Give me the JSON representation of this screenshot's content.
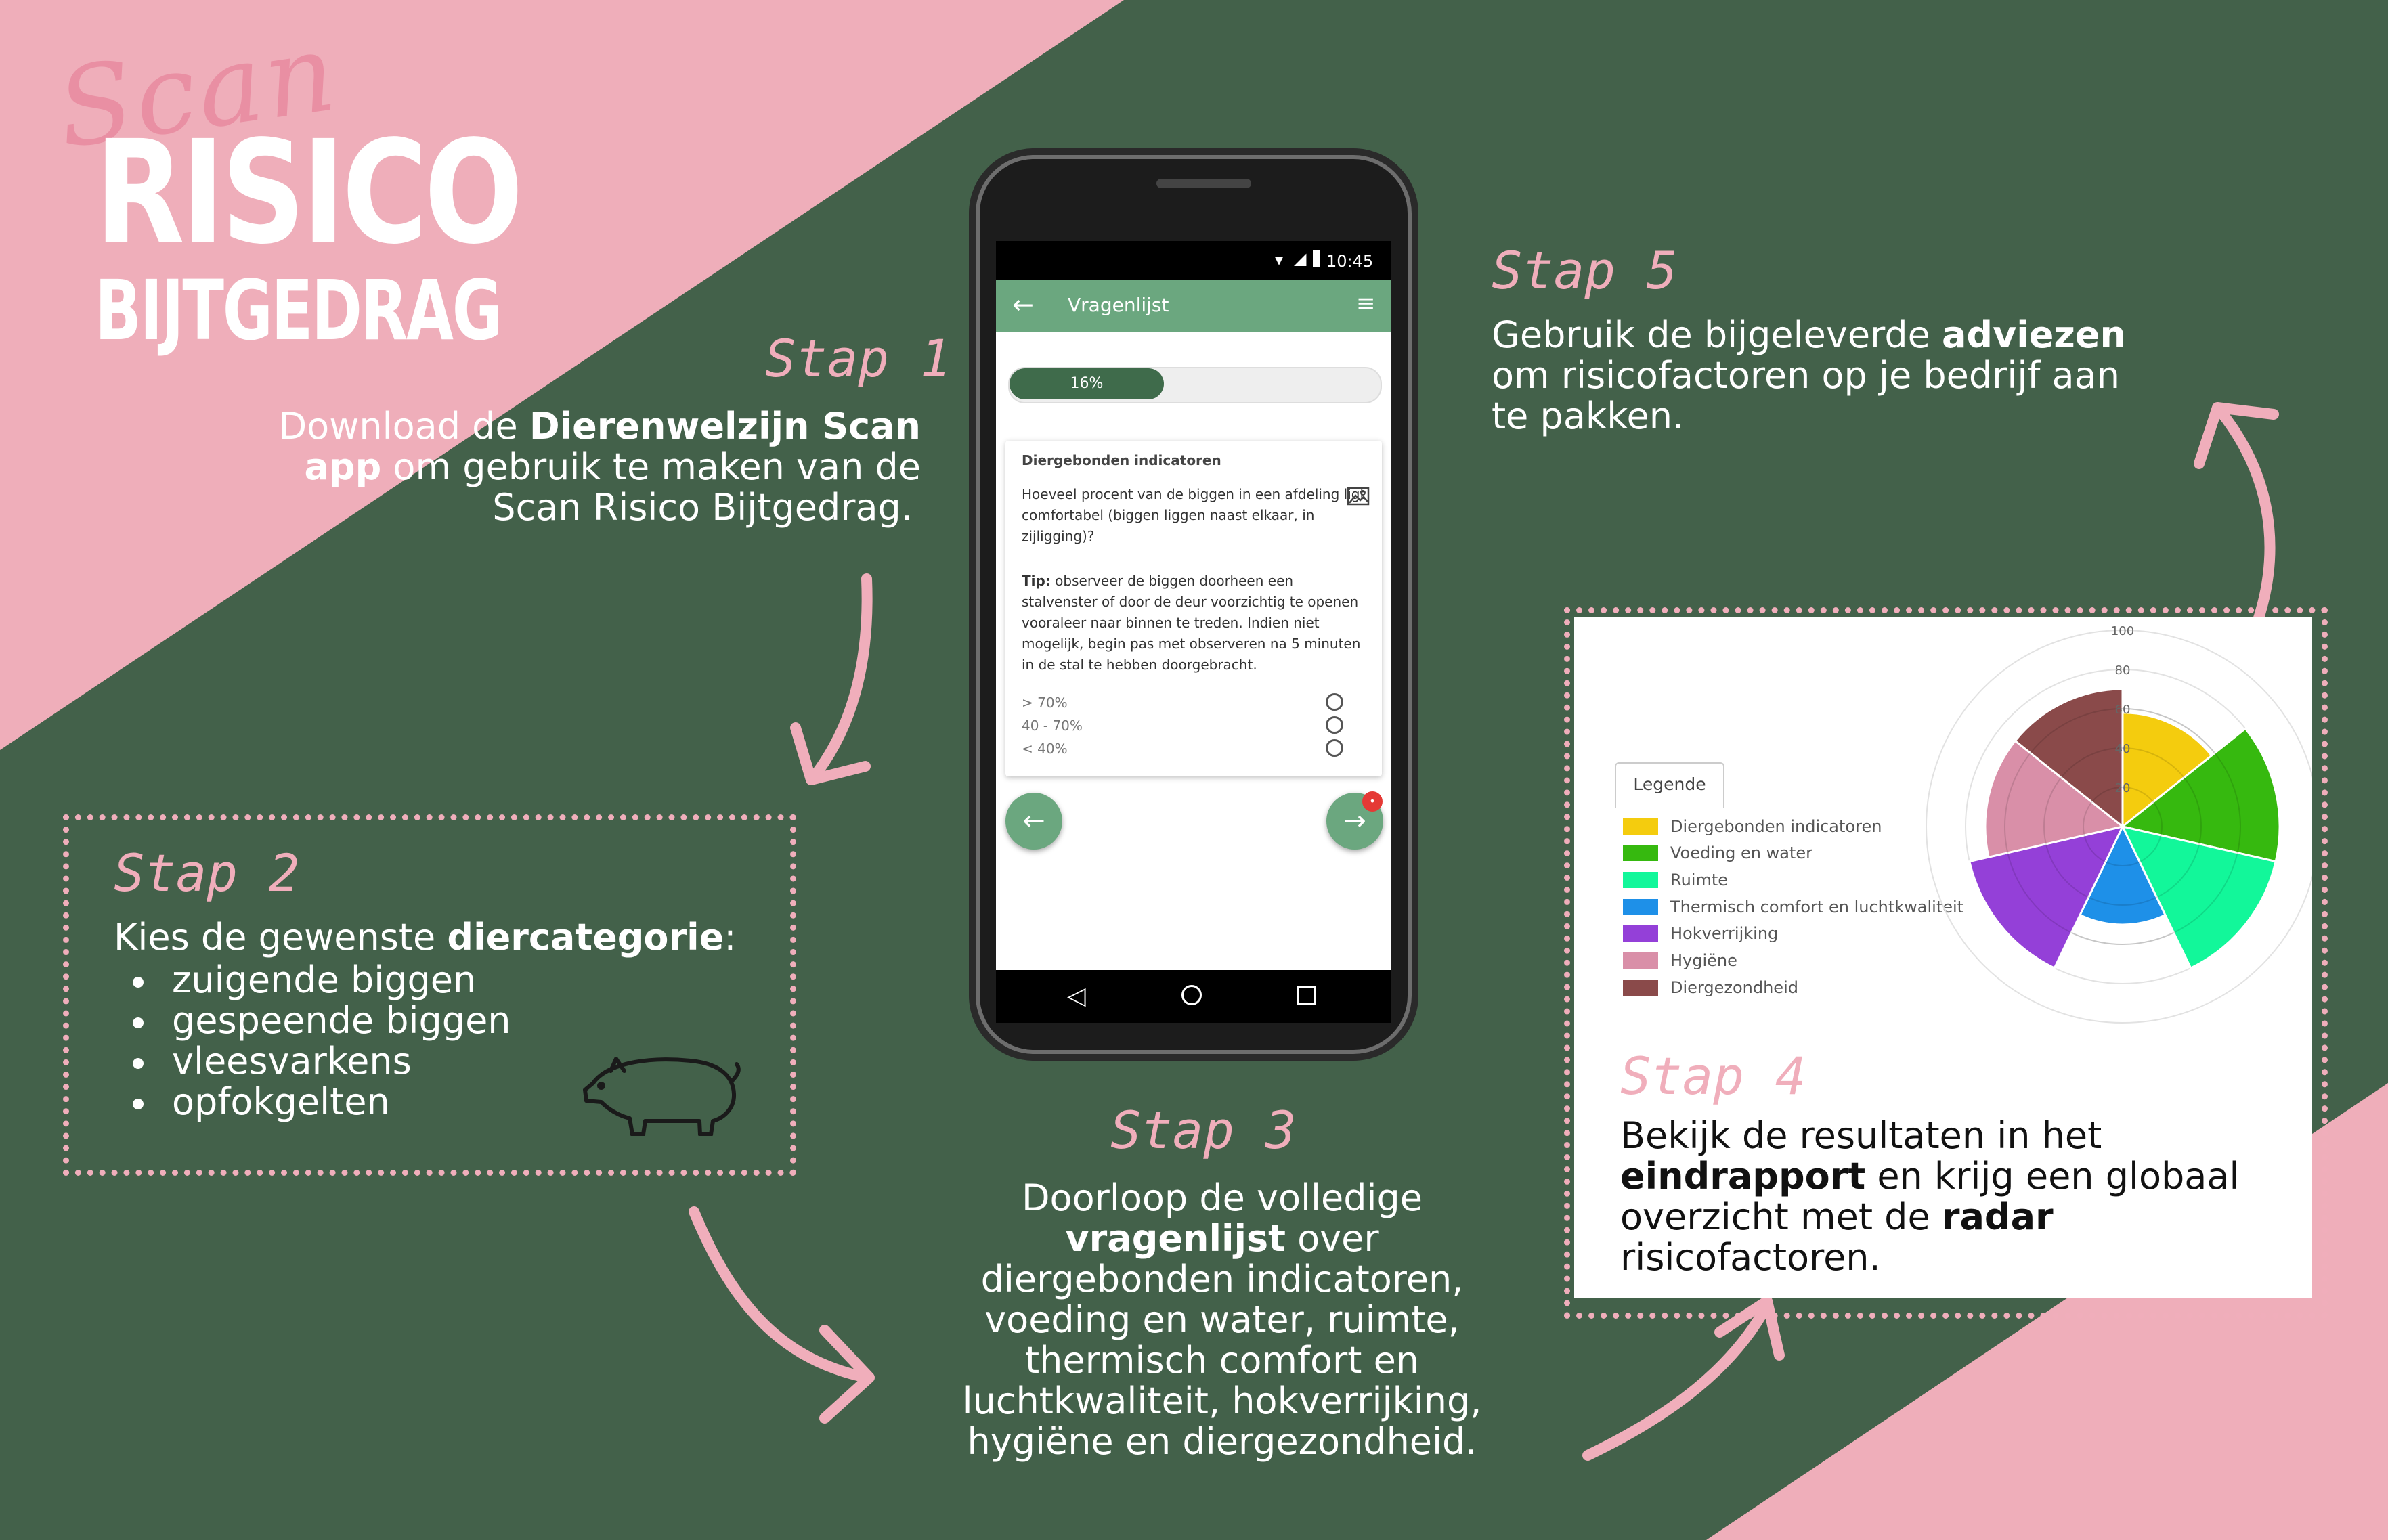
{
  "colors": {
    "pink": "#efaeba",
    "green": "#43614a",
    "accent": "#f0aebb",
    "app_green": "#6ba77f",
    "dark_green": "#3f6b4b"
  },
  "logo": {
    "scan": "Scan",
    "risico": "RISICO",
    "bijtgedrag": "BIJTGEDRAG"
  },
  "steps": [
    {
      "title": "Stap 1",
      "lines": [
        {
          "pre": "Download de ",
          "bold": "Dierenwelzijn Scan",
          "post": ""
        },
        {
          "pre": "",
          "bold": "app",
          "post": " om gebruik te maken van de"
        },
        {
          "pre": "Scan Risico Bijtgedrag.",
          "bold": "",
          "post": ""
        }
      ]
    },
    {
      "title": "Stap 2",
      "intro_pre": "Kies de gewenste ",
      "intro_bold": "diercategorie",
      "intro_post": ":",
      "items": [
        "zuigende biggen",
        "gespeende biggen",
        "vleesvarkens",
        "opfokgelten"
      ],
      "icon": "pig-icon"
    },
    {
      "title": "Stap 3",
      "lines": [
        {
          "pre": "Doorloop de volledige",
          "bold": "",
          "post": ""
        },
        {
          "pre": "",
          "bold": "vragenlijst",
          "post": " over"
        },
        {
          "pre": "diergebonden indicatoren,",
          "bold": "",
          "post": ""
        },
        {
          "pre": "voeding en water, ruimte,",
          "bold": "",
          "post": ""
        },
        {
          "pre": "thermisch comfort en",
          "bold": "",
          "post": ""
        },
        {
          "pre": "luchtkwaliteit, hokverrijking,",
          "bold": "",
          "post": ""
        },
        {
          "pre": "hygiëne en diergezondheid.",
          "bold": "",
          "post": ""
        }
      ]
    },
    {
      "title": "Stap 4",
      "lines": [
        {
          "pre": "Bekijk de resultaten in het",
          "bold": "",
          "post": ""
        },
        {
          "pre": "",
          "bold": "eindrapport",
          "post": " en krijg een globaal"
        },
        {
          "pre": "overzicht met de ",
          "bold": "radar",
          "post": ""
        },
        {
          "pre": "risicofactoren.",
          "bold": "",
          "post": ""
        }
      ]
    },
    {
      "title": "Stap 5",
      "lines": [
        {
          "pre": "Gebruik de bijgeleverde ",
          "bold": "adviezen",
          "post": ""
        },
        {
          "pre": "om risicofactoren op je bedrijf aan",
          "bold": "",
          "post": ""
        },
        {
          "pre": "te pakken.",
          "bold": "",
          "post": ""
        }
      ]
    }
  ],
  "phone": {
    "time": "10:45",
    "title": "Vragenlijst",
    "back_icon": "arrow-left-icon",
    "menu_icon": "menu-icon",
    "progress_label": "16%",
    "progress_value": 0.16,
    "card": {
      "category": "Diergebonden indicatoren",
      "question_lines": [
        "Hoeveel procent van de biggen in een afdeling ligt",
        "comfortabel (biggen liggen naast elkaar, in",
        "zijligging)?"
      ],
      "tip_label": "Tip:",
      "tip_lines": [
        " observeer de biggen doorheen een",
        "stalvenster of door de deur voorzichtig te openen",
        "vooraleer naar binnen te treden. Indien niet",
        "mogelijk, begin pas met observeren na 5 minuten",
        "in de stal te hebben doorgebracht."
      ],
      "options": [
        "> 70%",
        "40 - 70%",
        "< 40%"
      ],
      "image_icon": "image-icon"
    },
    "prev_icon": "arrow-left-icon",
    "next_icon": "arrow-right-icon",
    "badge": "•"
  },
  "chart_data": {
    "type": "radar",
    "legend_title": "Legende",
    "rticks": [
      20,
      40,
      60,
      80,
      100
    ],
    "rmax": 100,
    "categories": [
      "Diergebonden indicatoren",
      "Voeding en water",
      "Ruimte",
      "Thermisch comfort en luchtkwaliteit",
      "Hokverrijking",
      "Hygiëne",
      "Diergezondheid"
    ],
    "values": [
      58,
      80,
      80,
      50,
      80,
      70,
      70
    ],
    "colors": [
      "#f4cc0e",
      "#36b90f",
      "#12f79a",
      "#1e90e8",
      "#9440d8",
      "#d98fa8",
      "#8a4a4a"
    ]
  }
}
